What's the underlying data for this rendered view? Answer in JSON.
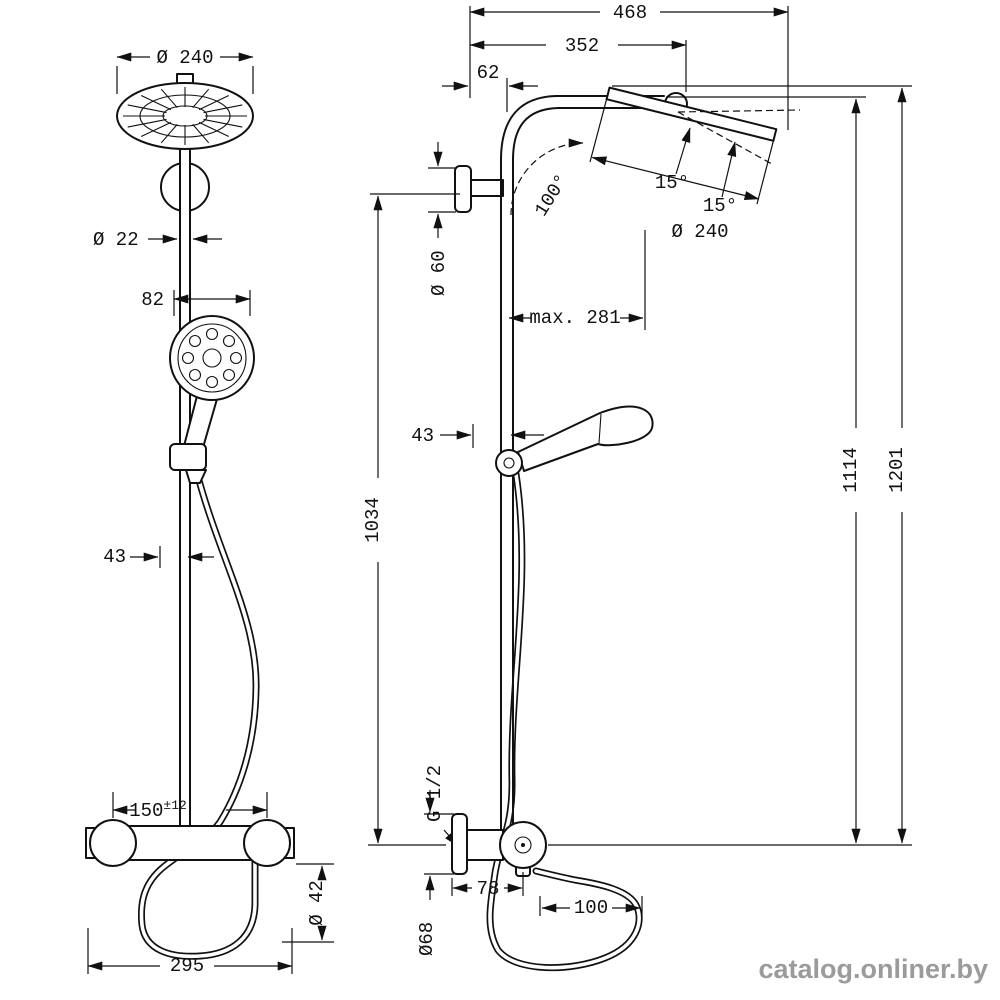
{
  "watermark": "catalog.onliner.by",
  "front": {
    "head_diameter": "Ø 240",
    "pipe_diameter": "Ø 22",
    "hand_shower_width": "82",
    "holder_offset": "43",
    "valve_center_distance": "150",
    "valve_center_tolerance": "±12",
    "hose_arc_diameter": "Ø 42",
    "overall_width": "295"
  },
  "side": {
    "overall_depth": "468",
    "arm_projection": "352",
    "wall_to_pipe": "62",
    "swivel_angle": "100°",
    "tilt_angle_upper": "15°",
    "tilt_angle_lower": "15°",
    "head_diameter": "Ø 240",
    "escutcheon_diameter": "Ø 60",
    "max_projection": "max. 281",
    "holder_depth": "43",
    "pipe_height": "1034",
    "head_height": "1114",
    "overall_height": "1201",
    "connection_thread": "G 1/2",
    "valve_escutcheon_diameter": "Ø68",
    "valve_depth": "78",
    "hose_loop_depth": "100"
  }
}
